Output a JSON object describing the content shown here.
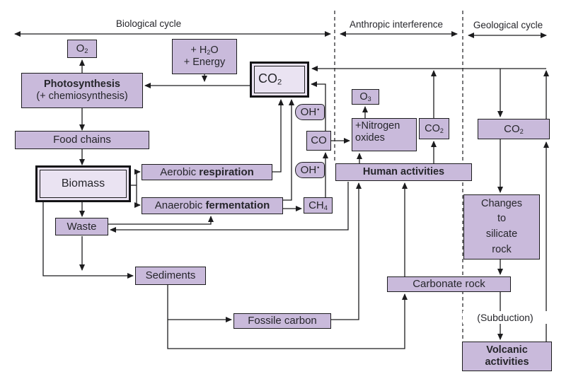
{
  "colors": {
    "box_fill": "#c9badb",
    "box_fill_light": "#eae3f2",
    "box_border": "#1c1c1e",
    "line": "#1c1c1e",
    "text": "#26262b",
    "background": "#ffffff"
  },
  "header": {
    "sections": [
      {
        "id": "biological",
        "label": "Biological cycle"
      },
      {
        "id": "anthropic",
        "label": "Anthropic interference"
      },
      {
        "id": "geological",
        "label": "Geological cycle"
      }
    ]
  },
  "boxes": {
    "o2": {
      "base": "O",
      "sub": "2"
    },
    "h2o_energy": {
      "line1_pre": "+ H",
      "line1_sub": "2",
      "line1_post": "O",
      "line2": "+ Energy"
    },
    "photosynthesis": {
      "line1": "Photosynthesis",
      "line2": "(+ chemiosynthesis)"
    },
    "food_chains": {
      "label": "Food chains"
    },
    "co2_atmosphere": {
      "base": "CO",
      "sub": "2"
    },
    "biomass": {
      "label": "Biomass"
    },
    "aerobic_respiration": {
      "normal": "Aerobic ",
      "bold": "respiration"
    },
    "anaerobic_fermentation": {
      "normal": "Anaerobic ",
      "bold": "fermentation"
    },
    "waste": {
      "label": "Waste"
    },
    "oh_radical_upper": {
      "base": "OH",
      "sup": "•"
    },
    "oh_radical_lower": {
      "base": "OH",
      "sup": "•"
    },
    "co": {
      "label": "CO"
    },
    "ch4": {
      "base": "CH",
      "sub": "4"
    },
    "o3": {
      "base": "O",
      "sub": "3"
    },
    "nitrogen_oxides": {
      "line1": "+Nitrogen",
      "line2": "oxides"
    },
    "co2_anthropic": {
      "base": "CO",
      "sub": "2"
    },
    "human_activities": {
      "label": "Human activities"
    },
    "co2_geological": {
      "base": "CO",
      "sub": "2"
    },
    "silicate_rock": {
      "line1": "Changes",
      "line2": "to",
      "line3": "silicate",
      "line4": "rock"
    },
    "carbonate_rock": {
      "label": "Carbonate rock"
    },
    "subduction": {
      "label": "(Subduction)"
    },
    "volcanic_activities": {
      "line1": "Volcanic",
      "line2": "activities"
    },
    "sediments": {
      "label": "Sediments"
    },
    "fossile_carbon": {
      "label": "Fossile carbon"
    }
  }
}
